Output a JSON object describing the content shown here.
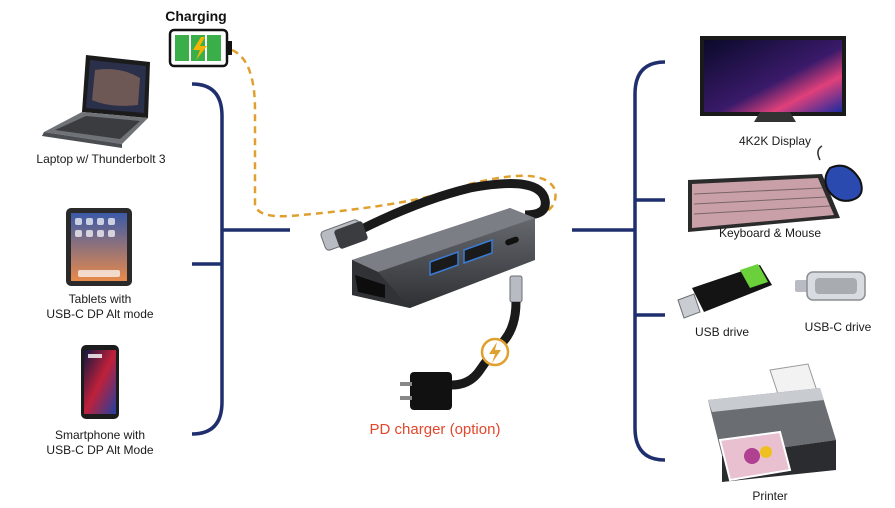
{
  "charging_label": "Charging",
  "pd_charger_label": "PD charger (option)",
  "left_devices": {
    "laptop": {
      "label": "Laptop w/ Thunderbolt 3"
    },
    "tablet": {
      "line1": "Tablets with",
      "line2": "USB-C DP Alt mode"
    },
    "smartphone": {
      "line1": "Smartphone with",
      "line2": "USB-C DP Alt Mode"
    }
  },
  "right_devices": {
    "display": {
      "label": "4K2K Display"
    },
    "keyboard_mouse": {
      "label": "Keyboard & Mouse"
    },
    "usb_drive": {
      "label": "USB drive"
    },
    "usbc_drive": {
      "label": "USB-C drive"
    },
    "printer": {
      "label": "Printer"
    }
  },
  "colors": {
    "connector_line": "#1f2f6e",
    "charging_dash": "#e0a030",
    "pd_label": "#e2472b",
    "battery_green": "#3aae49",
    "hub_body": "#4a4d52"
  }
}
